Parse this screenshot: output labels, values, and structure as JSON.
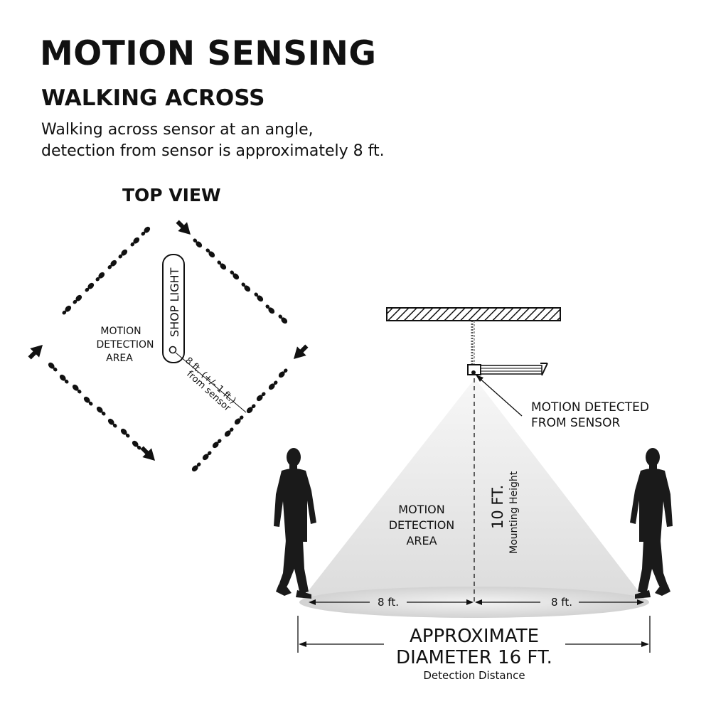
{
  "header": {
    "title": "MOTION SENSING",
    "subtitle": "WALKING ACROSS",
    "description_line1": "Walking across sensor at an angle,",
    "description_line2": "detection from sensor is approximately 8 ft."
  },
  "top_view": {
    "label": "TOP VIEW",
    "fixture_label": "SHOP LIGHT",
    "area_line1": "MOTION",
    "area_line2": "DETECTION",
    "area_line3": "AREA",
    "distance_label": "8 ft. (+/- 1 ft.)",
    "distance_sub": "from sensor"
  },
  "side_view": {
    "sensor_line1": "MOTION DETECTED",
    "sensor_line2": "FROM SENSOR",
    "area_line1": "MOTION",
    "area_line2": "DETECTION",
    "area_line3": "AREA",
    "height_value": "10 FT.",
    "height_label": "Mounting Height",
    "left_radius": "8 ft.",
    "right_radius": "8 ft.",
    "diameter_line1": "APPROXIMATE",
    "diameter_line2": "DIAMETER 16 FT.",
    "diameter_sub": "Detection Distance"
  },
  "colors": {
    "ink": "#111111",
    "cone": "#e6e6e6",
    "floor": "#d9d9d9"
  }
}
